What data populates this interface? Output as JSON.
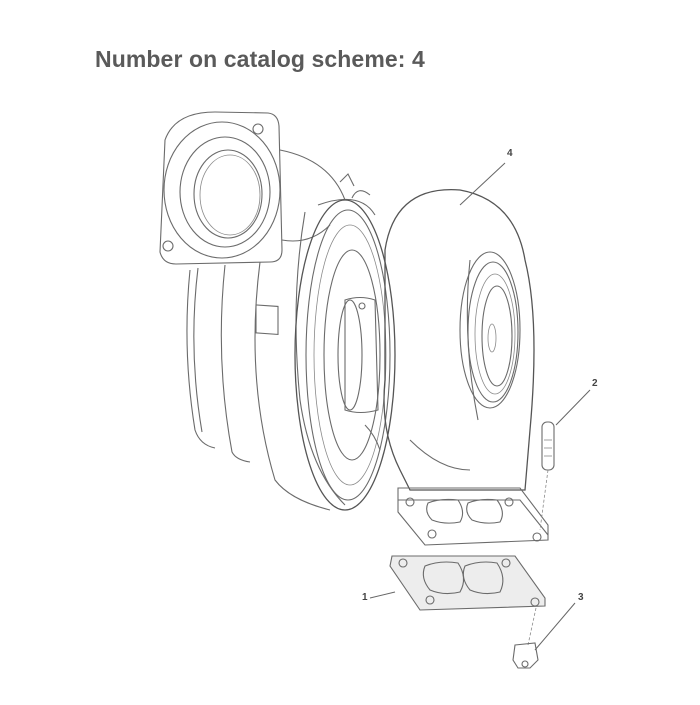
{
  "header": {
    "title": "Number on catalog scheme: 4"
  },
  "diagram": {
    "subject": "turbocharger exploded parts view",
    "callouts": [
      {
        "label": "1",
        "part": "gasket"
      },
      {
        "label": "2",
        "part": "stud"
      },
      {
        "label": "3",
        "part": "nut"
      },
      {
        "label": "4",
        "part": "turbine housing"
      }
    ]
  },
  "colors": {
    "title": "#5a5a5a",
    "line": "#6b6b6b",
    "background": "#ffffff"
  }
}
